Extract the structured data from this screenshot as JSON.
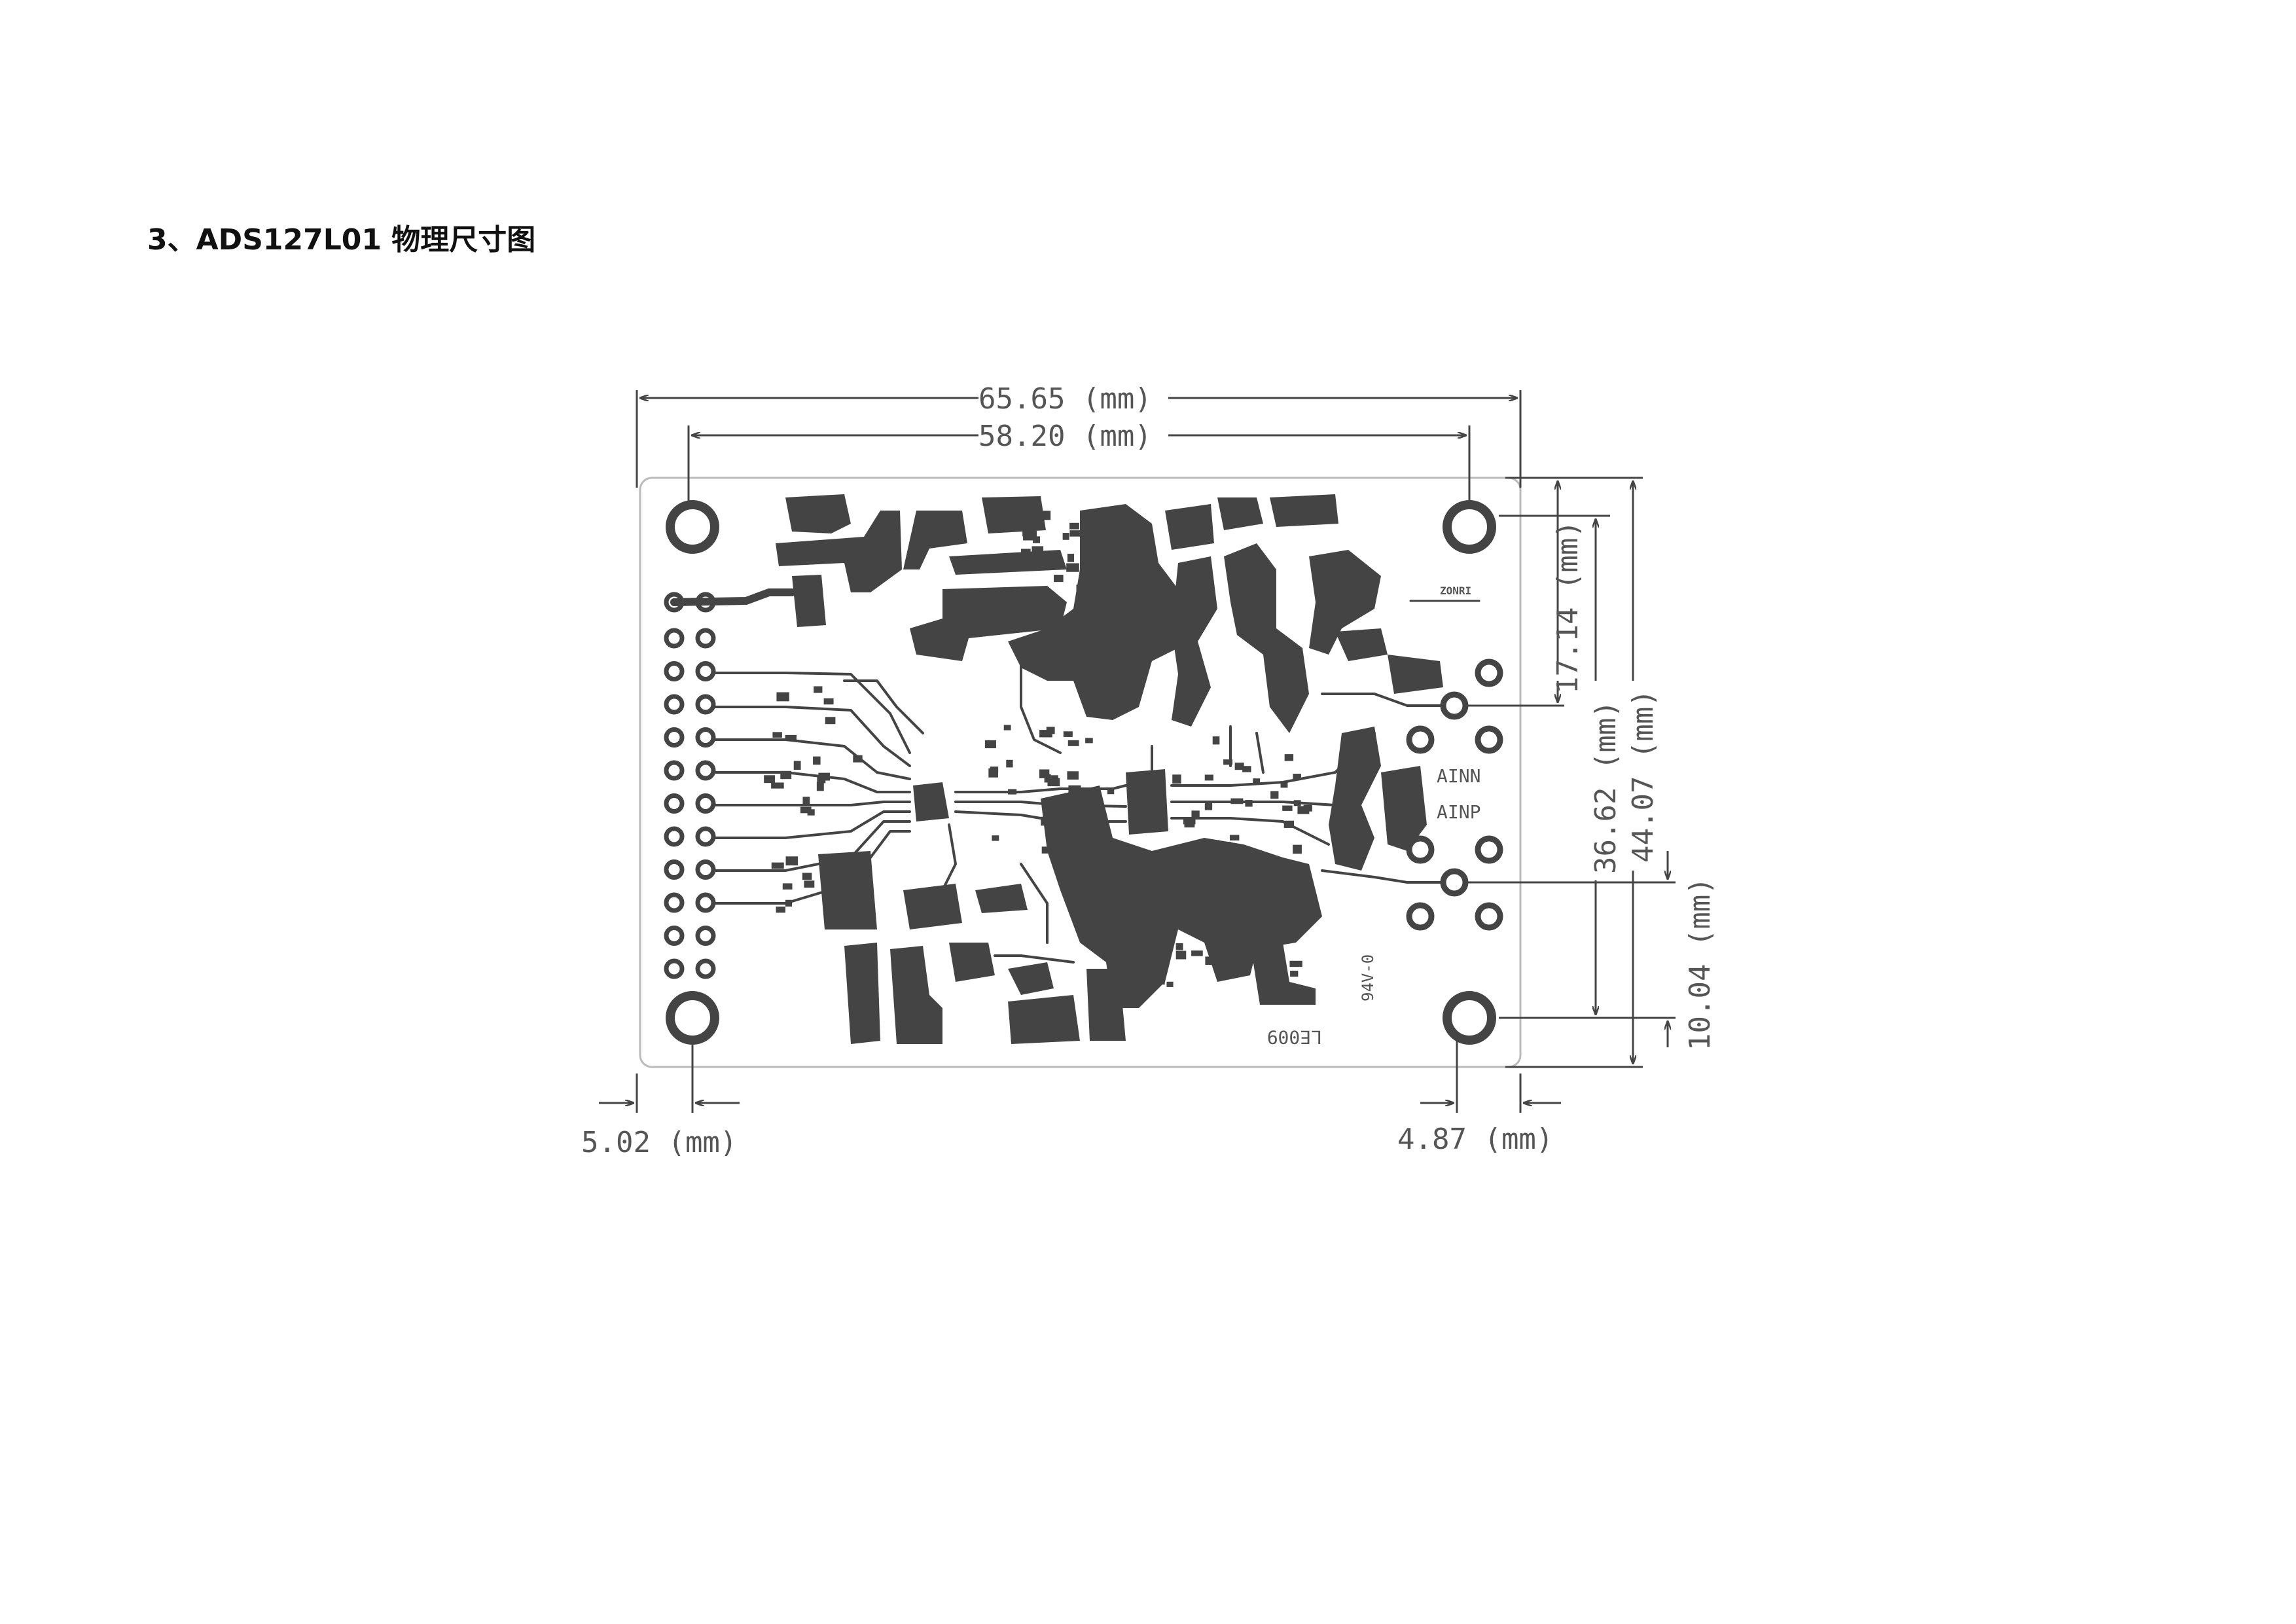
{
  "heading": "3、ADS127L01 物理尺寸图",
  "dimensions": {
    "overall_width": "65.65 (mm)",
    "hole_span_width": "58.20 (mm)",
    "right_top_to_upper_connector": "17.14 (mm)",
    "hole_span_height": "36.62 (mm)",
    "overall_height": "44.07 (mm)",
    "lower_connector_to_bottom": "10.04 (mm)",
    "left_edge_to_hole": "5.02 (mm)",
    "right_hole_to_edge": "4.87 (mm)"
  },
  "board_labels": {
    "ainn": "AINN",
    "ainp": "AINP",
    "rating": "94V-0",
    "code": "LE009",
    "logo": "ZONRI"
  }
}
